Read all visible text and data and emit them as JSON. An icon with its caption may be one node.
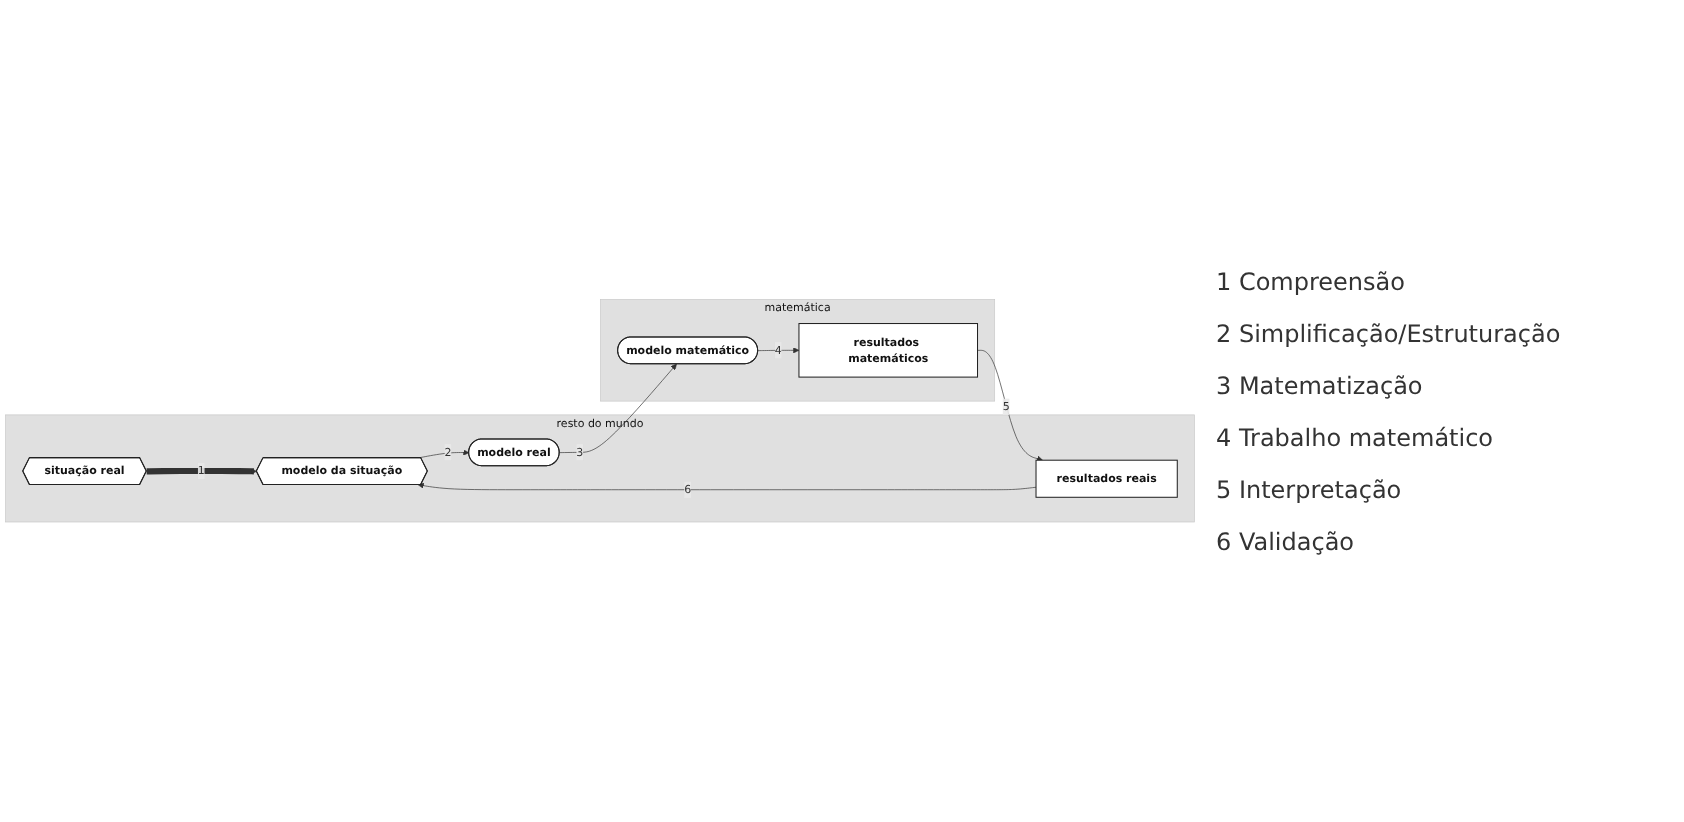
{
  "diagram": {
    "nodes": [
      {
        "text": [
          "resto do mundo"
        ]
      },
      {
        "text": [
          "situação real"
        ],
        "in": 0
      },
      {
        "text": [
          "modelo da situação"
        ],
        "in": 0
      },
      {
        "text": [
          "modelo real"
        ],
        "in": 0
      },
      {
        "text": [
          "resultados reais"
        ],
        "in": 0
      },
      {
        "text": [
          "matemática"
        ]
      },
      {
        "text": [
          "modelo matemático"
        ],
        "in": 5
      },
      {
        "text": [
          "resultados matemáticos"
        ],
        "in": 5
      }
    ],
    "edges": [
      {
        "from": 1,
        "to": 2,
        "arrow": "to",
        "label": "1",
        "style": "thick"
      },
      {
        "from": 2,
        "to": 3,
        "arrow": "to",
        "label": "2"
      },
      {
        "from": 3,
        "to": 6,
        "arrow": "to",
        "label": "3"
      },
      {
        "from": 6,
        "to": 7,
        "arrow": "to",
        "label": "4"
      },
      {
        "from": 7,
        "to": 4,
        "arrow": "to",
        "label": "5"
      },
      {
        "from": 4,
        "to": 2,
        "arrow": "to",
        "label": "6"
      }
    ],
    "labels": [
      "1 Compreensão",
      "2 Simplificação/Estruturação",
      "3 Matematização",
      "4 Trabalho matemático",
      "5 Interpretação",
      "6 Validação"
    ]
  }
}
